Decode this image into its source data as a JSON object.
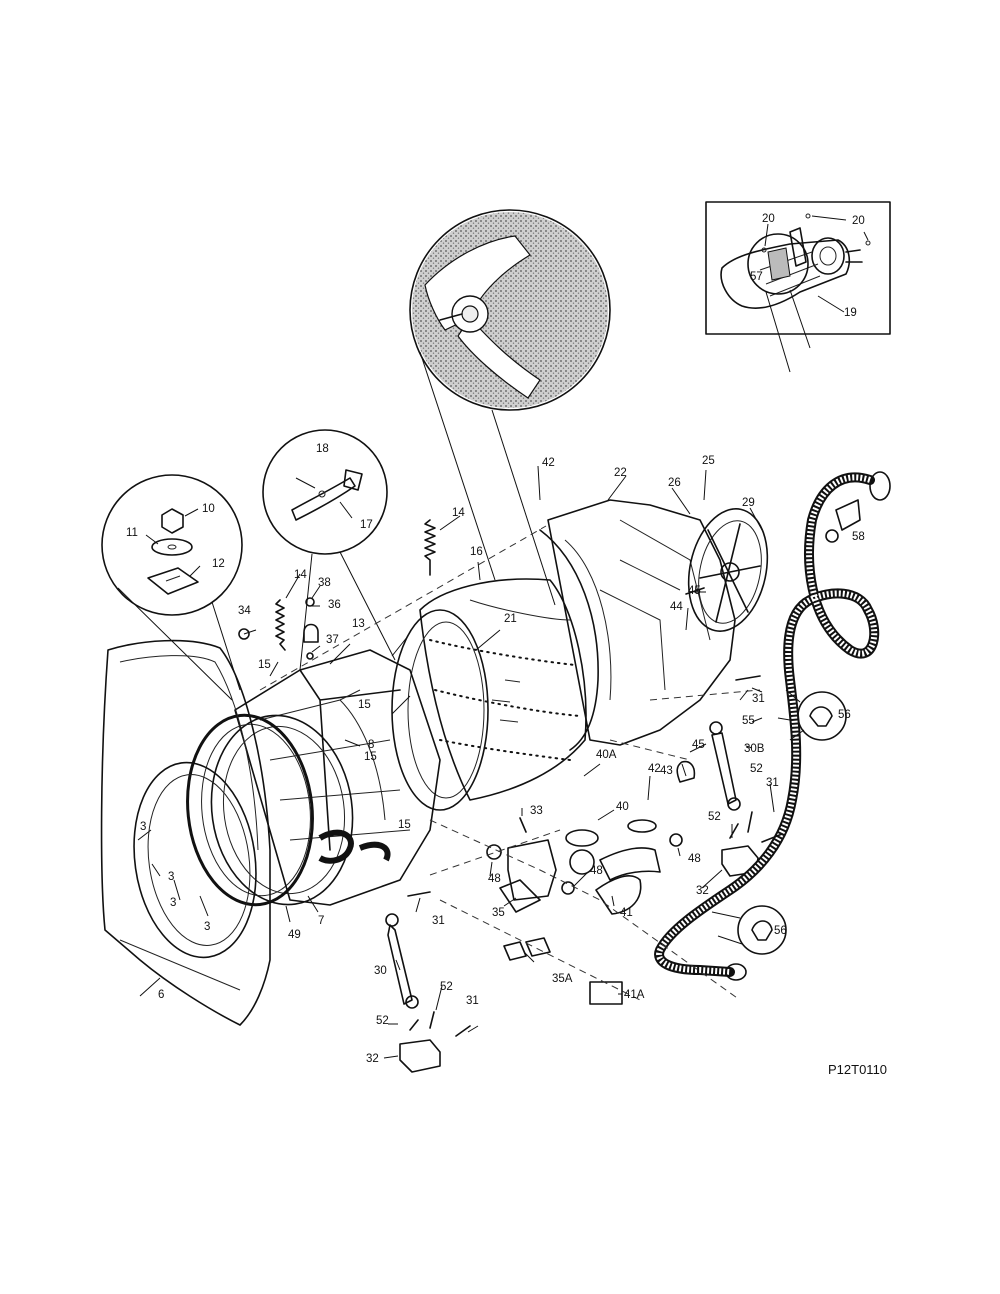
{
  "drawing_code": "P12T0110",
  "callouts": {
    "c3a": "3",
    "c3b": "3",
    "c3c": "3",
    "c3d": "3",
    "c6": "6",
    "c7": "7",
    "c8": "8",
    "c10": "10",
    "c11": "11",
    "c12": "12",
    "c13": "13",
    "c14a": "14",
    "c14b": "14",
    "c15a": "15",
    "c15b": "15",
    "c15c": "15",
    "c15d": "15",
    "c16": "16",
    "c17": "17",
    "c18": "18",
    "c19": "19",
    "c20a": "20",
    "c20b": "20",
    "c21": "21",
    "c22": "22",
    "c25": "25",
    "c26": "26",
    "c29": "29",
    "c30": "30",
    "c30b": "30B",
    "c31a": "31",
    "c31b": "31",
    "c31c": "31",
    "c31d": "31",
    "c32a": "32",
    "c32b": "32",
    "c33": "33",
    "c34": "34",
    "c35": "35",
    "c35a": "35A",
    "c36": "36",
    "c37": "37",
    "c38": "38",
    "c40": "40",
    "c40a": "40A",
    "c41": "41",
    "c41a": "41A",
    "c42a": "42",
    "c42b": "42",
    "c43": "43",
    "c44": "44",
    "c45a": "45",
    "c45b": "45",
    "c48a": "48",
    "c48b": "48",
    "c48c": "48",
    "c49": "49",
    "c52a": "52",
    "c52b": "52",
    "c52c": "52",
    "c55": "55",
    "c56a": "56",
    "c56b": "56",
    "c57": "57",
    "c58": "58"
  }
}
